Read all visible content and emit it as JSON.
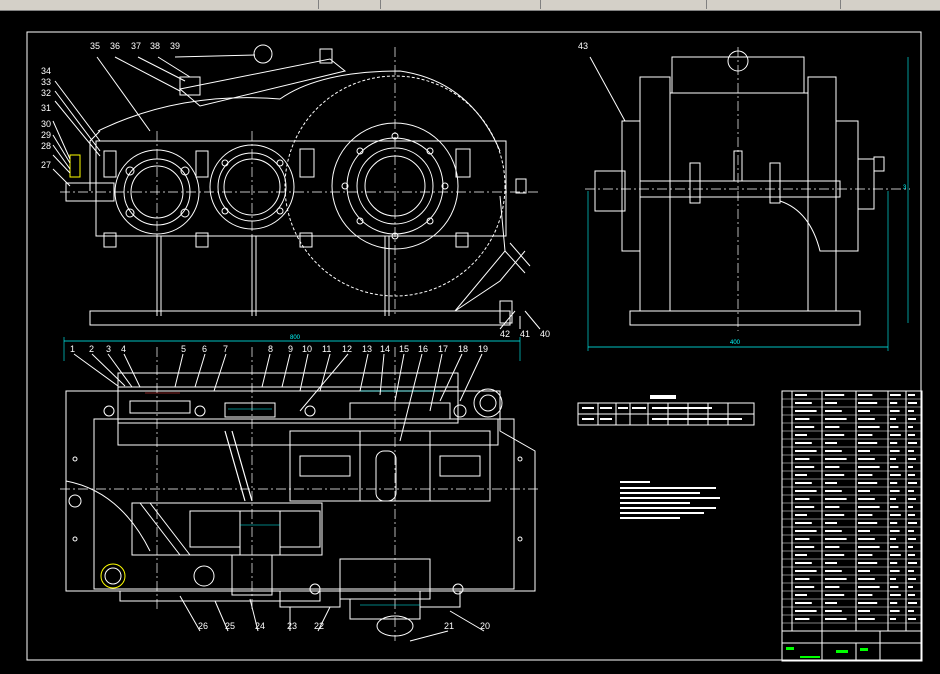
{
  "toolbar": {
    "tabs": [
      "",
      "",
      "",
      ""
    ]
  },
  "drawing": {
    "front_callouts": [
      "35",
      "36",
      "37",
      "38",
      "39",
      "34",
      "33",
      "32",
      "31",
      "30",
      "29",
      "28",
      "27"
    ],
    "side_callouts": [
      "43"
    ],
    "base_callouts": [
      "42",
      "41",
      "40"
    ],
    "top_callouts": [
      "1",
      "2",
      "3",
      "4",
      "5",
      "6",
      "7",
      "8",
      "9",
      "10",
      "11",
      "12",
      "13",
      "14",
      "15",
      "16",
      "17",
      "18",
      "19"
    ],
    "bottom_callouts": [
      "26",
      "25",
      "24",
      "23",
      "22",
      "21",
      "20"
    ],
    "dims": {
      "top_width": "800",
      "side_width": "400",
      "side_height": "3"
    }
  },
  "colors": {
    "line": "#ffffff",
    "dim": "#00ffff",
    "accent": "#ffff00",
    "green": "#00ff00",
    "red": "#ff4040"
  }
}
